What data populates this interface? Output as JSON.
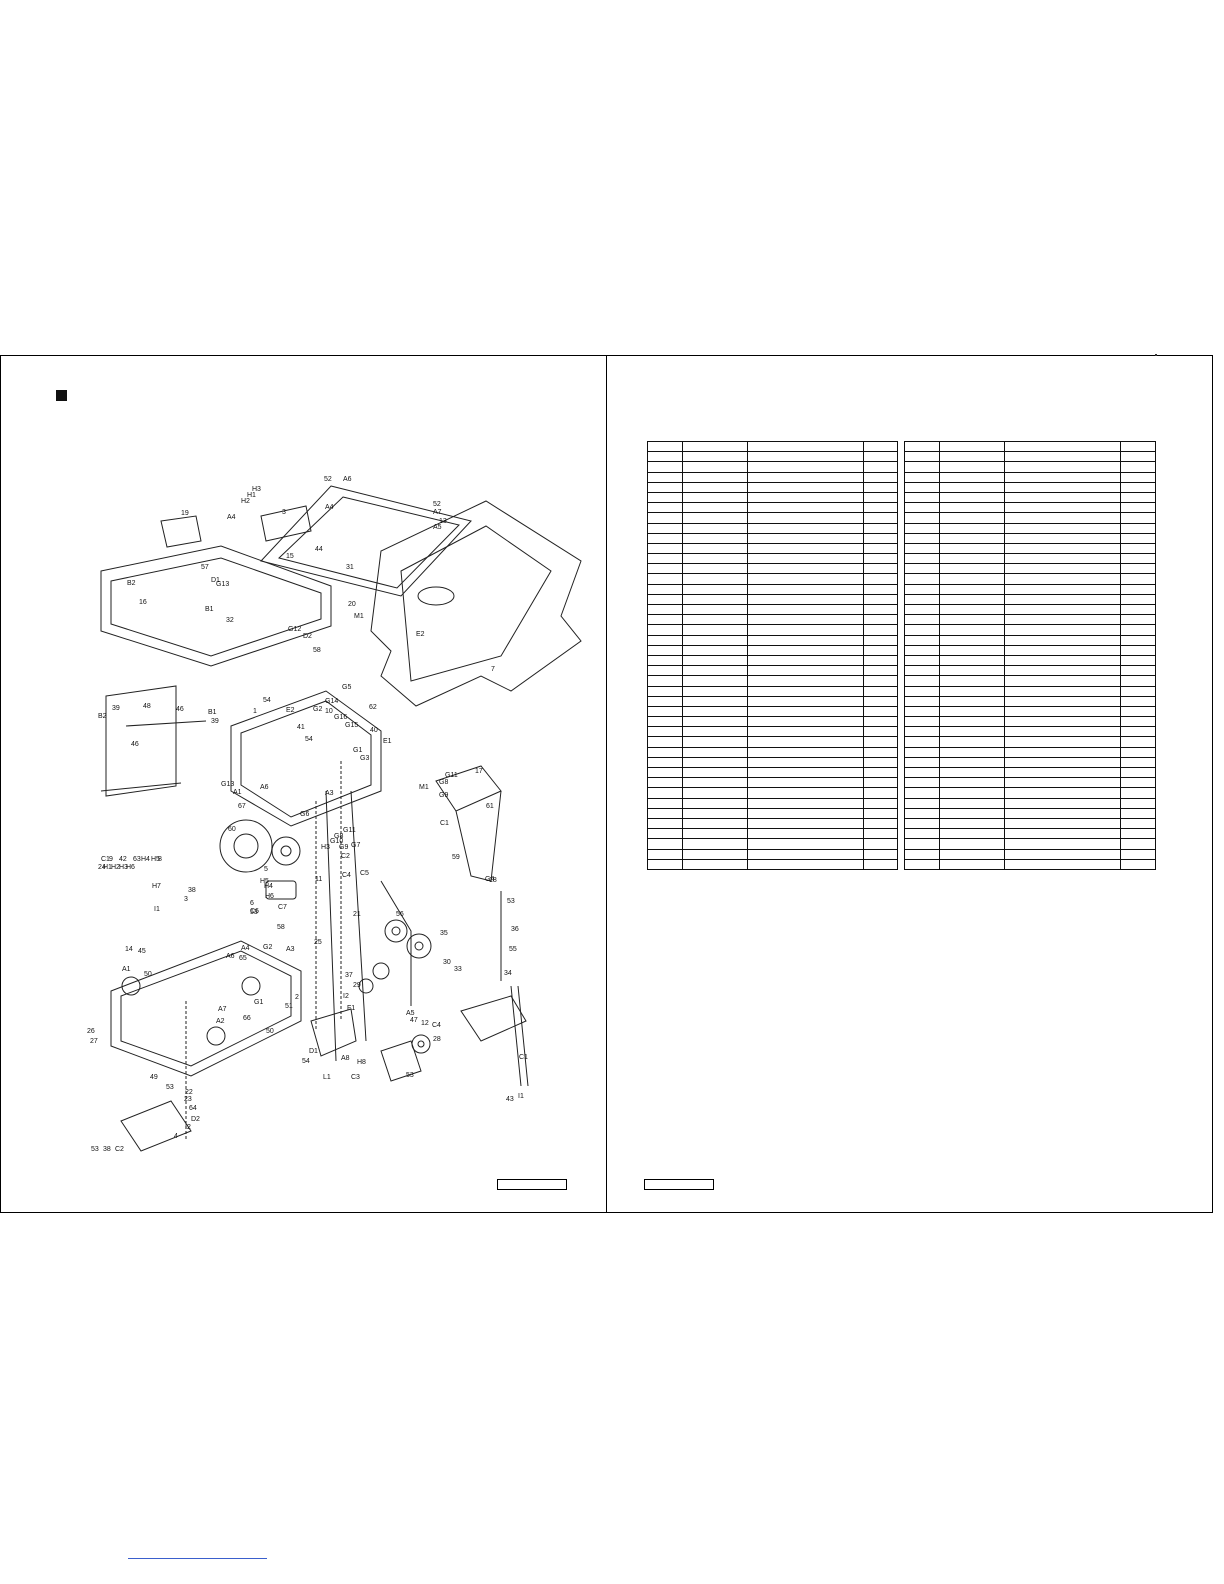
{
  "diagram": {
    "callouts": [
      "52",
      "A6",
      "A4",
      "52",
      "A7",
      "13",
      "A5",
      "19",
      "A4",
      "H3",
      "H1",
      "H2",
      "3",
      "44",
      "15",
      "57",
      "D1",
      "G13",
      "B2",
      "16",
      "B1",
      "32",
      "31",
      "20",
      "M1",
      "G12",
      "D2",
      "58",
      "E2",
      "7",
      "48",
      "46",
      "39",
      "B1",
      "39",
      "B2",
      "46",
      "54",
      "E2",
      "G2",
      "62",
      "G5",
      "G14",
      "10",
      "G16",
      "G15",
      "40",
      "1",
      "41",
      "54",
      "G1",
      "G3",
      "E1",
      "G13",
      "A1",
      "67",
      "A6",
      "G6",
      "G11",
      "G10",
      "G7",
      "G8",
      "G9",
      "A3",
      "61",
      "G4",
      "17",
      "G11",
      "G8",
      "G9",
      "M1",
      "C1",
      "59",
      "18",
      "60",
      "5",
      "H5",
      "H4",
      "H6",
      "H3",
      "C2",
      "C5",
      "C4",
      "C1",
      "9",
      "42",
      "63",
      "H4",
      "H5",
      "8",
      "24",
      "H1",
      "H2",
      "H3",
      "H6",
      "H7",
      "38",
      "3",
      "I1",
      "53",
      "6",
      "C6",
      "C7",
      "58",
      "11",
      "56",
      "21",
      "35",
      "53",
      "36",
      "55",
      "14",
      "45",
      "A1",
      "50",
      "A4",
      "A6",
      "65",
      "G2",
      "A3",
      "25",
      "37",
      "29",
      "30",
      "33",
      "34",
      "I2",
      "2",
      "G1",
      "A7",
      "66",
      "51",
      "A2",
      "50",
      "F1",
      "A5",
      "47",
      "12",
      "C4",
      "28",
      "C1",
      "26",
      "27",
      "49",
      "D1",
      "54",
      "A8",
      "L1",
      "C3",
      "H8",
      "53",
      "53",
      "22",
      "23",
      "64",
      "D2",
      "I2",
      "4",
      "43",
      "I1",
      "53",
      "38",
      "C2"
    ]
  },
  "parts_table_left": {
    "rows": 42,
    "cols": 4
  },
  "parts_table_right": {
    "rows": 42,
    "cols": 4
  }
}
